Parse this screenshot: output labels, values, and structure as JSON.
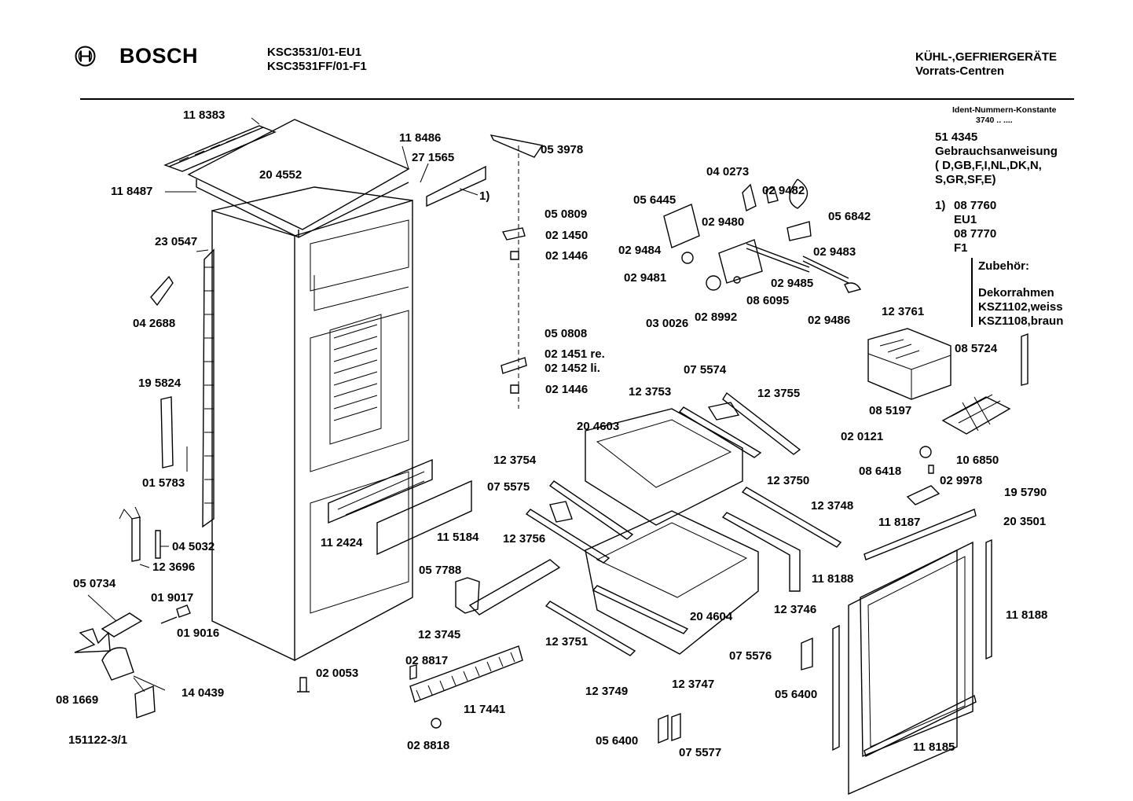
{
  "header": {
    "brand": "BOSCH",
    "models": [
      "KSC3531/01-EU1",
      "KSC3531FF/01-F1"
    ],
    "category": [
      "KÜHL-,GEFRIERGERÄTE",
      "Vorrats-Centren"
    ]
  },
  "ident": {
    "title": "Ident-Nummern-Konstante",
    "value": "3740  ..  ...."
  },
  "info": {
    "manual_number": "51 4345",
    "manual_lines": [
      "Gebrauchsanweisung",
      "( D,GB,F,I,NL,DK,N,",
      "S,GR,SF,E)"
    ],
    "footnote_marker": "1)",
    "footnote_lines": [
      "08 7760",
      "EU1",
      "08 7770",
      "F1"
    ],
    "accessory_heading": "Zubehör:",
    "accessory_lines": [
      "Dekorrahmen",
      "KSZ1102,weiss",
      "KSZ1108,braun"
    ]
  },
  "document_number": "151122-3/1",
  "parts": [
    "11 8383",
    "20 4552",
    "11 8486",
    "27 1565",
    "11 8487",
    "1)",
    "05 3978",
    "23 0547",
    "04 2688",
    "05 0809",
    "02 1450",
    "02 1446",
    "04 0273",
    "02 9482",
    "05 6445",
    "05 6842",
    "02 9480",
    "02 9484",
    "02 9483",
    "02 9481",
    "02 9485",
    "08 6095",
    "03 0026",
    "02 8992",
    "02 9486",
    "12 3761",
    "05 0808",
    "02 1451 re.",
    "02 1452 li.",
    "02 1446",
    "08 5724",
    "19 5824",
    "07 5574",
    "12 3753",
    "12 3755",
    "08 5197",
    "20 4603",
    "02 0121",
    "10 6850",
    "12 3754",
    "08 6418",
    "02 9978",
    "01 5783",
    "07 5575",
    "12 3750",
    "19 5790",
    "12 3748",
    "11 8187",
    "20 3501",
    "11 5184",
    "12 3756",
    "11 2424",
    "04 5032",
    "12 3696",
    "05 0734",
    "05 7788",
    "11 8188",
    "12 3746",
    "11 8188",
    "01 9017",
    "01 9016",
    "20 4604",
    "12 3745",
    "12 3751",
    "07 5576",
    "02 8817",
    "12 3747",
    "02 0053",
    "12 3749",
    "05 6400",
    "14 0439",
    "08 1669",
    "11 7441",
    "05 6400",
    "07 5577",
    "02 8818",
    "11 8185"
  ]
}
